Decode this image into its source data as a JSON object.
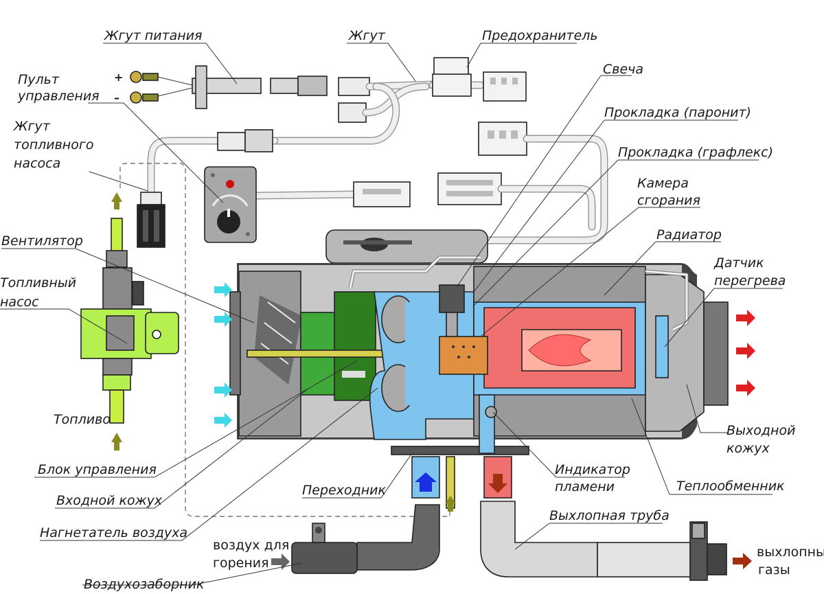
{
  "labels": {
    "power_harness": "Жгут питания",
    "harness": "Жгут",
    "fuse": "Предохранитель",
    "control_panel_1": "Пульт",
    "control_panel_2": "управления",
    "pump_harness_1": "Жгут",
    "pump_harness_2": "топливного",
    "pump_harness_3": "насоса",
    "glow_plug": "Свеча",
    "gasket_paronite": "Прокладка (паронит)",
    "gasket_graflex": "Прокладка (графлекс)",
    "chamber_1": "Камера",
    "chamber_2": "сгорания",
    "radiator": "Радиатор",
    "fan": "Вентилятор",
    "fuel_pump_1": "Топливный",
    "fuel_pump_2": "насос",
    "sensor_1": "Датчик",
    "sensor_2": "перегрева",
    "fuel": "Топливо",
    "outlet_casing_1": "Выходной",
    "outlet_casing_2": "кожух",
    "control_unit": "Блок управления",
    "flame_ind_1": "Индикатор",
    "flame_ind_2": "пламени",
    "adapter": "Переходник",
    "heat_exchanger": "Теплообменник",
    "inlet_casing": "Входной кожух",
    "exhaust_pipe": "Выхлопная труба",
    "blower": "Нагнетатель воздуха",
    "comb_air_1": "воздух для",
    "comb_air_2": "горения",
    "exhaust_gas_1": "выхлопные",
    "exhaust_gas_2": "газы",
    "air_intake": "Воздухозаборник",
    "plus": "+",
    "minus": "–"
  },
  "colors": {
    "housing": "#c8c8c8",
    "housing_dark": "#8a8a8a",
    "control_board": "#2e7d1e",
    "motor": "#3faa3a",
    "air_channel": "#7fc4ee",
    "combustion": "#f07070",
    "combustion_light": "#ffb0a0",
    "chamber_orange": "#e09040",
    "pump_green": "#b4f050",
    "fuel_line": "#c8f040",
    "arrow_cyan": "#40d8e8",
    "arrow_red": "#e02020",
    "arrow_blue": "#1a30e0",
    "arrow_olive": "#8a8a20",
    "arrow_brown": "#a03010",
    "knob": "#222222",
    "panel": "#a8a8a8",
    "led": "#d01010"
  }
}
